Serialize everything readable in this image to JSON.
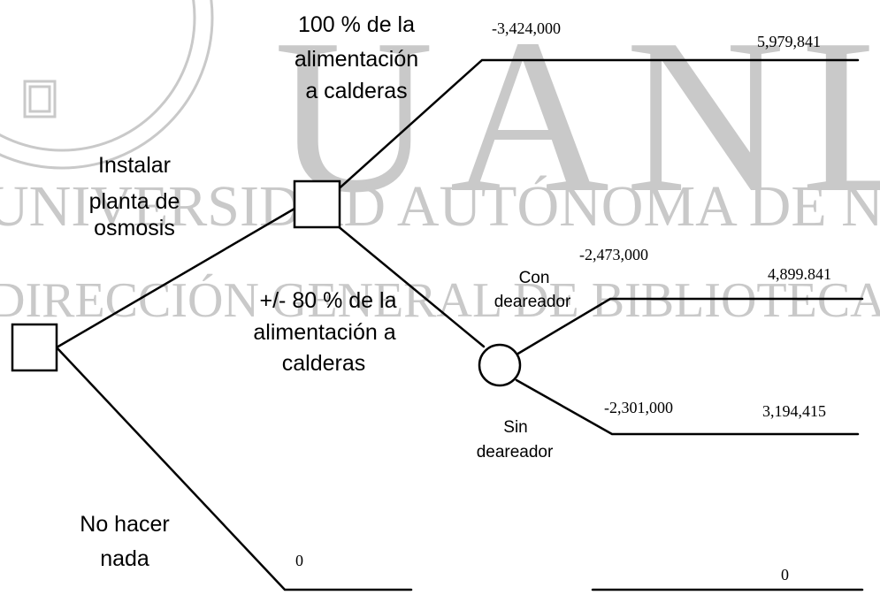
{
  "watermark": {
    "letters": "UANL",
    "line1": "UNIVERSIDAD AUTÓNOMA DE NUEVO LEÓN",
    "line2": "DIRECCIÓN GENERAL DE BIBLIOTECAS"
  },
  "tree": {
    "branch_install": [
      "Instalar",
      "planta de",
      "osmosis"
    ],
    "branch_nothing": [
      "No hacer",
      "nada"
    ],
    "option_100": [
      "100 % de la",
      "alimentación",
      "a calderas"
    ],
    "option_80": [
      "+/- 80 % de la",
      "alimentación a",
      "calderas"
    ],
    "with_deaerator": [
      "Con",
      "deareador"
    ],
    "without_deaerator": [
      "Sin",
      "deareador"
    ]
  },
  "values": {
    "cost_100": "-3,424,000",
    "result_100": "5,979,841",
    "cost_con": "-2,473,000",
    "result_con": "4,899.841",
    "cost_sin": "-2,301,000",
    "result_sin": "3,194,415",
    "cost_nothing": "0",
    "result_nothing": "0"
  }
}
